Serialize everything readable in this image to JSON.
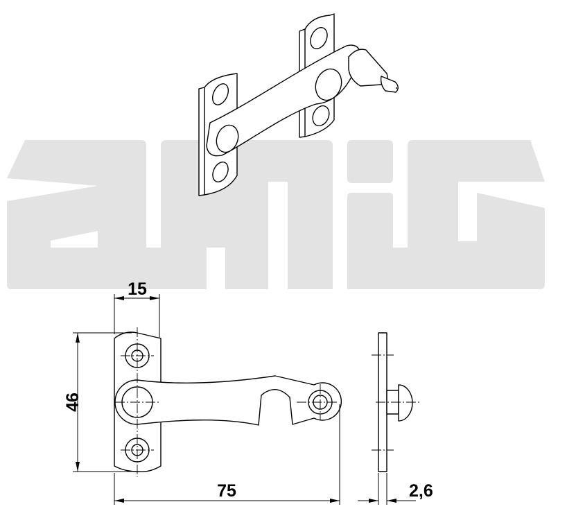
{
  "watermark": {
    "logo_text": "amig",
    "color": "#e3e3e3"
  },
  "drawing": {
    "views": [
      "isometric-view",
      "front-view",
      "side-view"
    ],
    "dimensions": {
      "width": "15",
      "height": "46",
      "length": "75",
      "thickness": "2,6"
    }
  }
}
